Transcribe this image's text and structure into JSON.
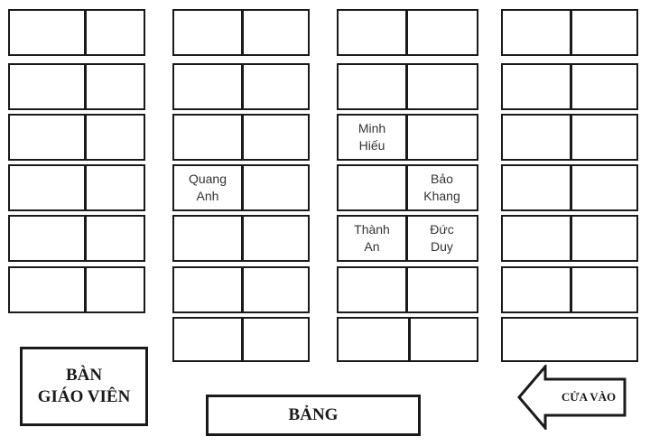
{
  "seats": {
    "minh_hieu": "Minh\nHiếu",
    "bao_khang": "Bảo\nKhang",
    "quang_anh": "Quang\nAnh",
    "thanh_an": "Thành\nAn",
    "duc_duy": "Đức\nDuy"
  },
  "teacher_desk": "BÀN\nGIÁO VIÊN",
  "board": "BẢNG",
  "entrance": "CỬA VÀO"
}
